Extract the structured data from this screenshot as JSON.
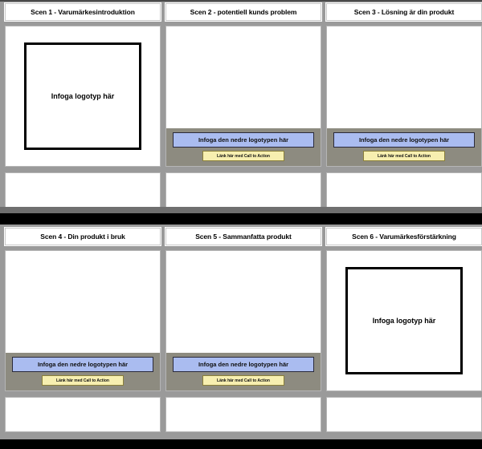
{
  "document": {
    "layout": "storyboard-grid",
    "rows": 2,
    "columns": 3,
    "background_color": "#9a9a9a",
    "band_color": "#8d8b80",
    "lower_logo_color": "#aabcf0",
    "cta_color": "#f7efb0"
  },
  "labels": {
    "logo_placeholder": "Infoga logotyp här",
    "lower_logo_placeholder": "Infoga den nedre logotypen här",
    "cta_placeholder": "Länk här med Call to Action"
  },
  "scenes": [
    {
      "id": "scene-1",
      "title": "Scen 1 - Varumärkesintroduktion",
      "type": "logo",
      "logo_text": "Infoga logotyp här",
      "has_band": false,
      "notes_text": ""
    },
    {
      "id": "scene-2",
      "title": "Scen 2 - potentiell kunds problem",
      "type": "band",
      "has_band": true,
      "lower_logo_text": "Infoga den nedre logotypen här",
      "cta_text": "Länk här med Call to Action",
      "notes_text": ""
    },
    {
      "id": "scene-3",
      "title": "Scen 3 - Lösning är din produkt",
      "type": "band",
      "has_band": true,
      "lower_logo_text": "Infoga den nedre logotypen här",
      "cta_text": "Länk här med Call to Action",
      "notes_text": ""
    },
    {
      "id": "scene-4",
      "title": "Scen 4 - Din produkt i bruk",
      "type": "band",
      "has_band": true,
      "lower_logo_text": "Infoga den nedre logotypen här",
      "cta_text": "Länk här med Call to Action",
      "notes_text": ""
    },
    {
      "id": "scene-5",
      "title": "Scen 5 - Sammanfatta produkt",
      "type": "band",
      "has_band": true,
      "lower_logo_text": "Infoga den nedre logotypen här",
      "cta_text": "Länk här med Call to Action",
      "notes_text": ""
    },
    {
      "id": "scene-6",
      "title": "Scen 6 - Varumärkesförstärkning",
      "type": "logo",
      "logo_text": "Infoga logotyp här",
      "has_band": false,
      "notes_text": ""
    }
  ]
}
